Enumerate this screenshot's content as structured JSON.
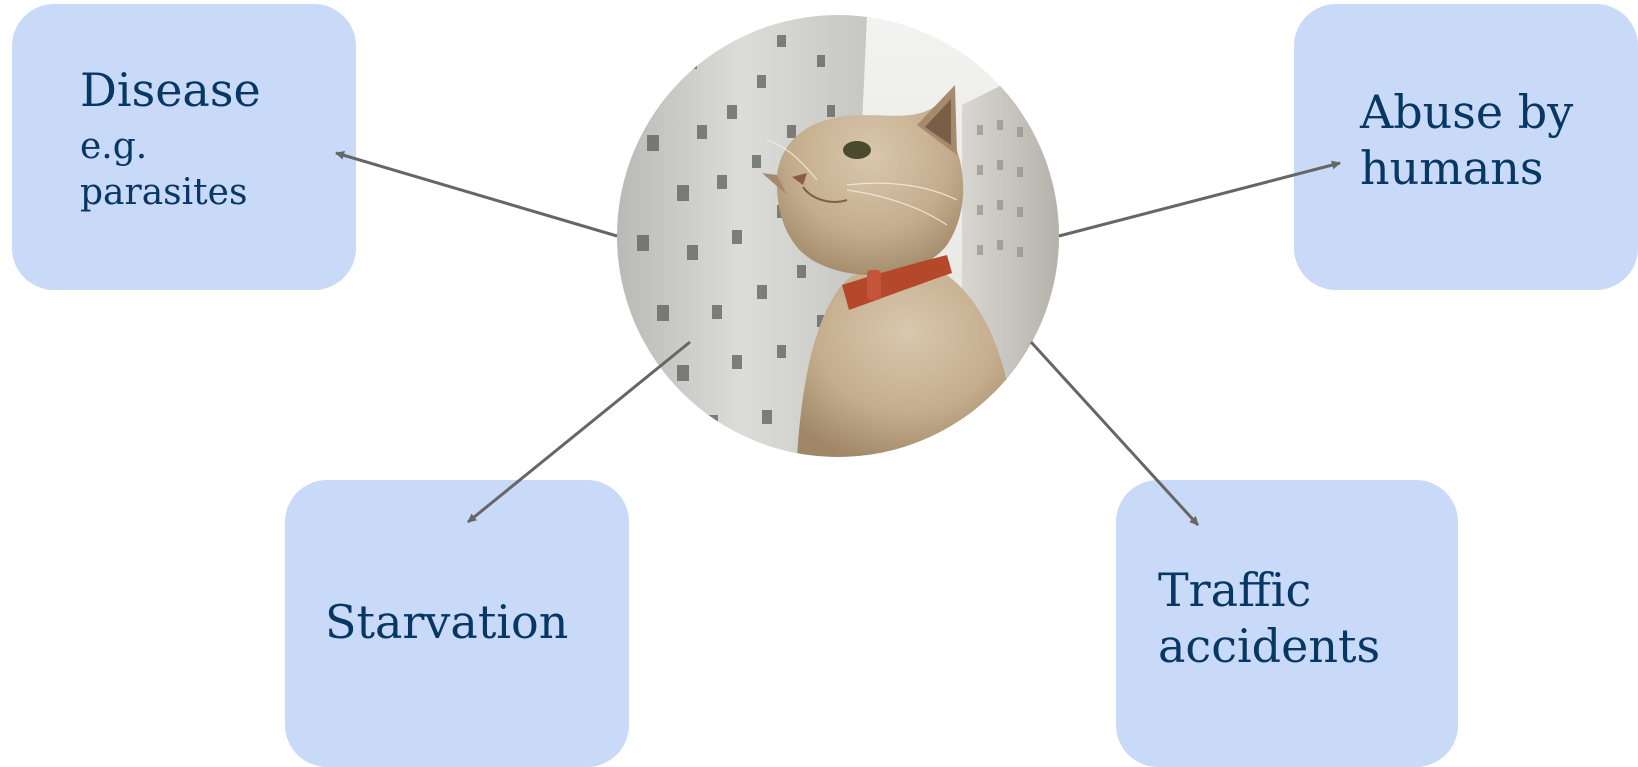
{
  "nodes": {
    "disease": {
      "title": "Disease",
      "sub_line1": "e.g.",
      "sub_line2": "parasites"
    },
    "abuse": {
      "line1": "Abuse by",
      "line2": "humans"
    },
    "starvation": {
      "label": "Starvation"
    },
    "traffic": {
      "line1": "Traffic",
      "line2": "accidents"
    }
  },
  "center_image": {
    "subject": "cat-photo"
  },
  "colors": {
    "card_fill": "#c9daf8",
    "text": "#073763",
    "arrow": "#666666"
  }
}
